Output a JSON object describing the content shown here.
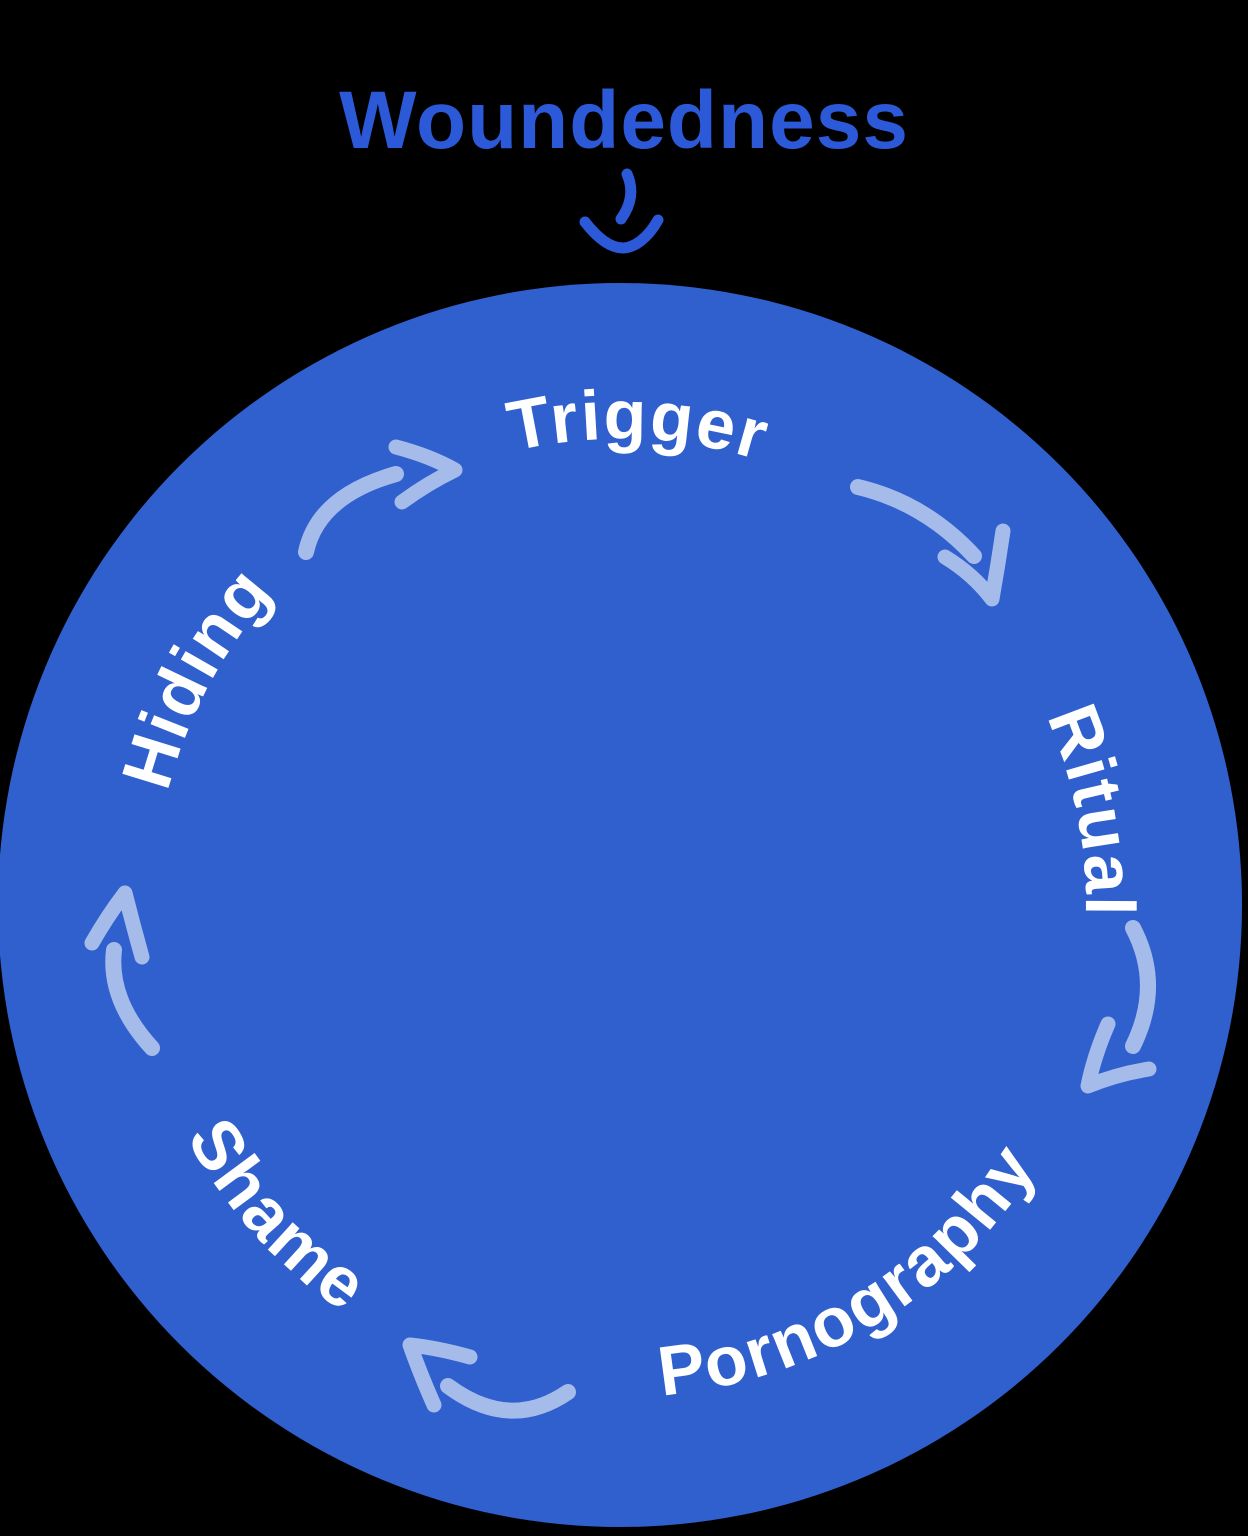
{
  "title": "Woundedness",
  "steps": [
    {
      "label": "Trigger"
    },
    {
      "label": "Ritual"
    },
    {
      "label": "Pornography"
    },
    {
      "label": "Shame"
    },
    {
      "label": "Hiding"
    }
  ],
  "flow_direction": "clockwise",
  "icons": {
    "entry_arrow": "down-arrow-icon",
    "step_arrows": "curved-swoosh-arrow-icon"
  },
  "colors": {
    "background": "#000000",
    "circle_fill": "#3060ce",
    "title_text": "#2b59d8",
    "entry_arrow": "#2b59d8",
    "flow_arrow": "#a5bcea",
    "label_text": "#ffffff"
  }
}
